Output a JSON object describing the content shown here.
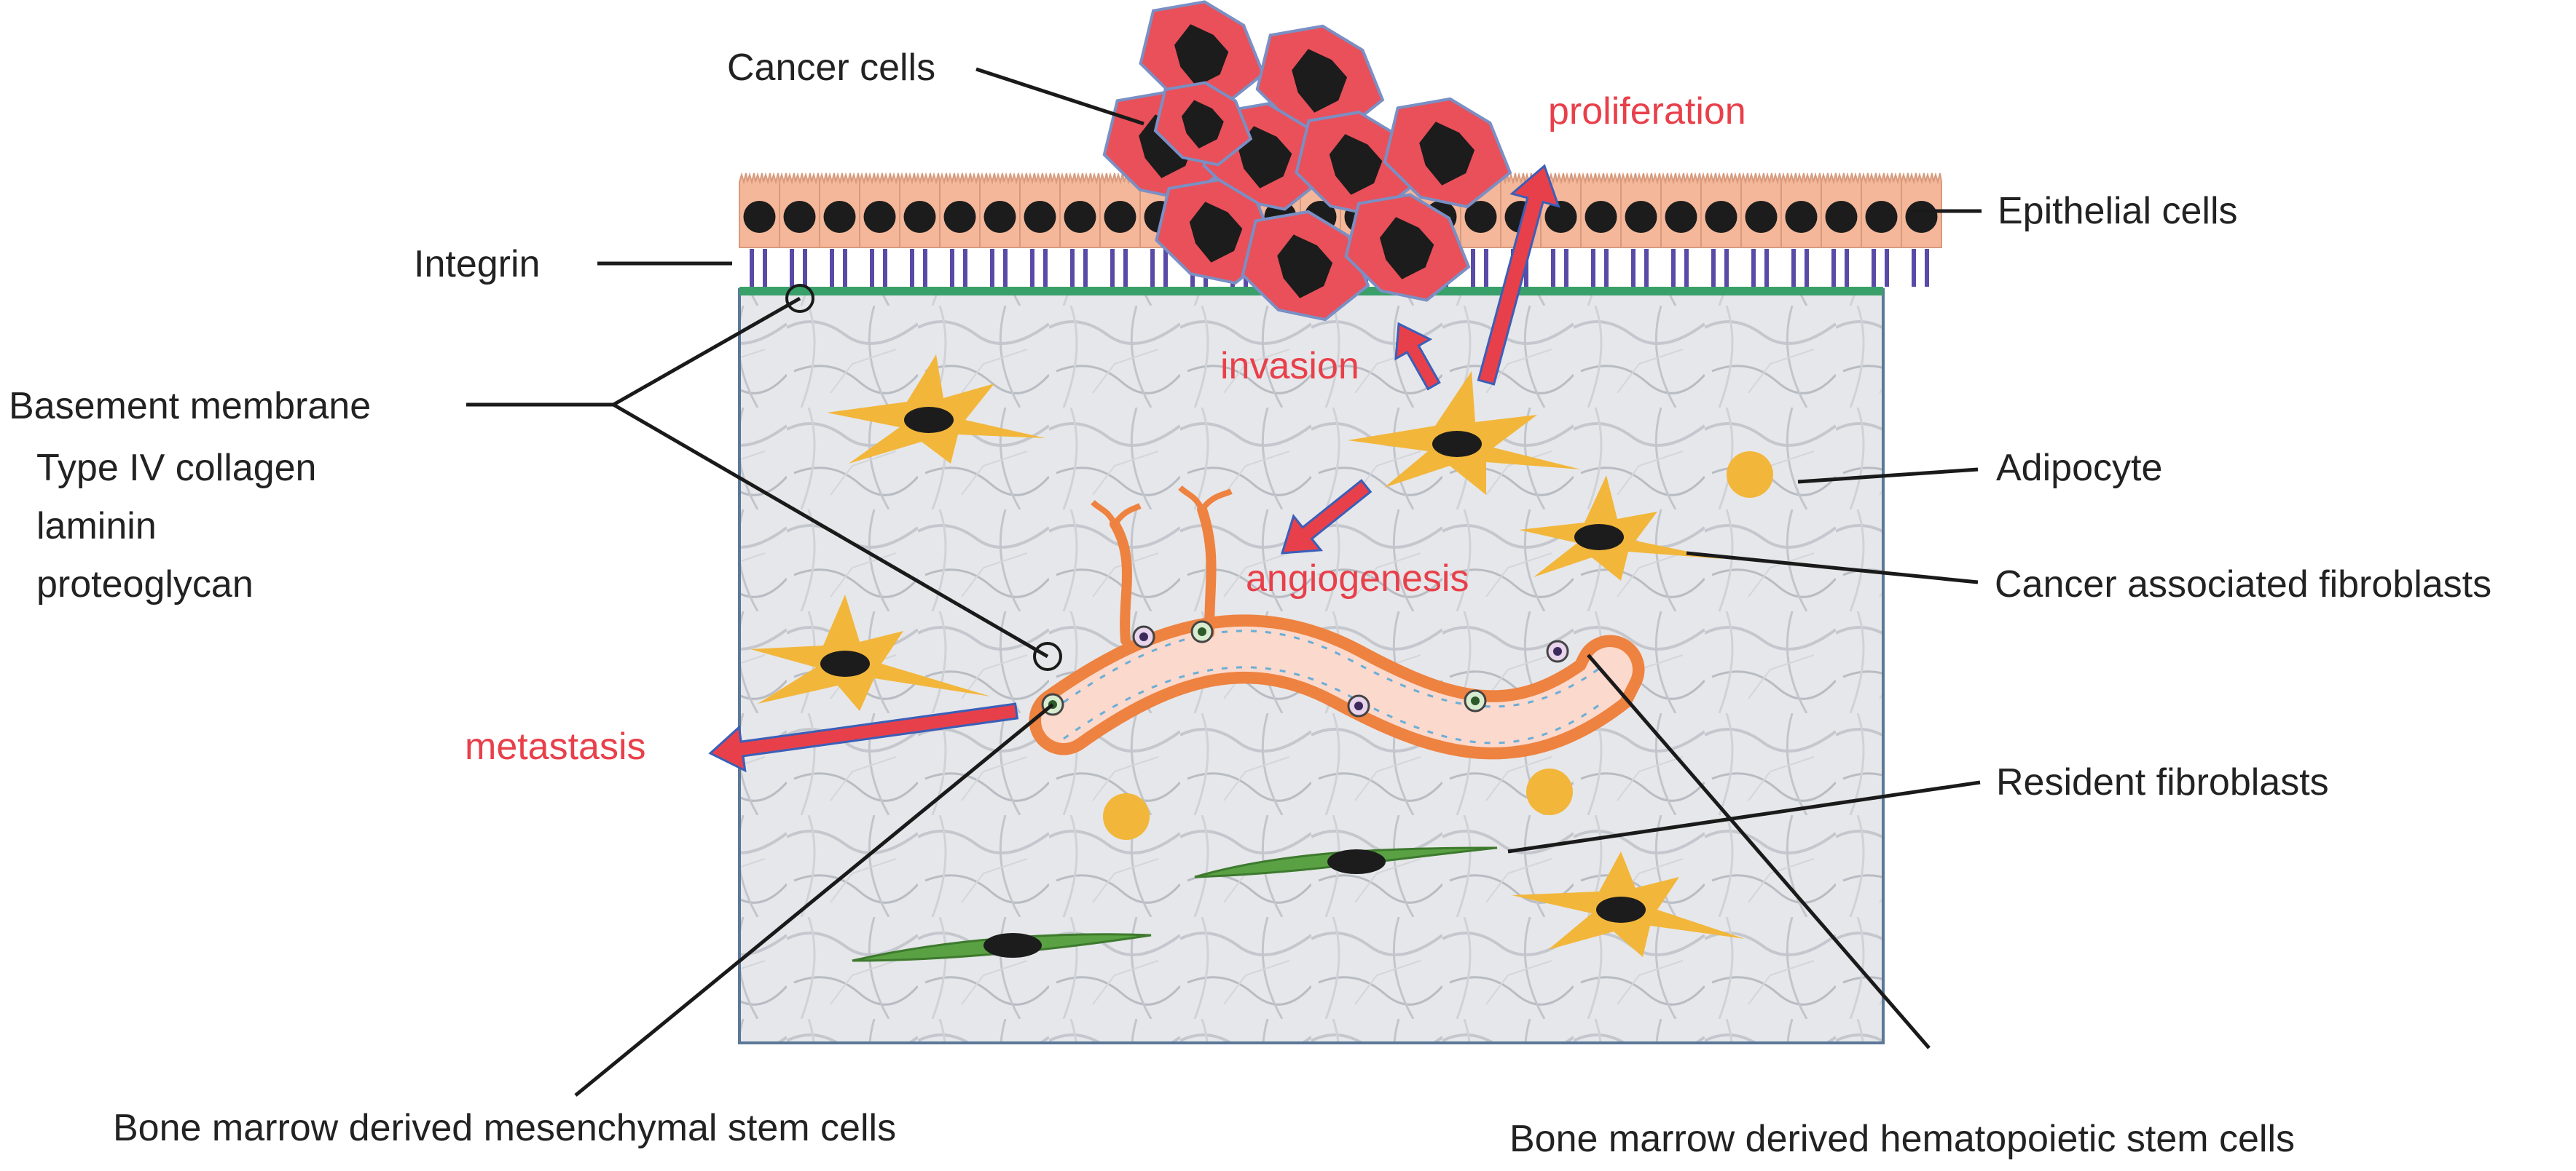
{
  "colors": {
    "process_red": "#e8404a",
    "arrow_outline": "#3a5fb8",
    "fibroblast_yellow": "#f2b63a",
    "fibroblast_green": "#5aa144",
    "epithelial_peach": "#f4b79a",
    "cancer_red": "#e9505a",
    "nucleus": "#1c1c1c",
    "basement_green": "#3aa06a",
    "integrin_purple": "#5a4aa8",
    "vessel_orange": "#ee8240",
    "vessel_lumen": "#fbd9cc",
    "matrix_gray": "#e6e7ea"
  },
  "labels": {
    "cancer_cells": "Cancer cells",
    "proliferation": "proliferation",
    "epithelial_cells": "Epithelial cells",
    "integrin": "Integrin",
    "basement_membrane": "Basement membrane",
    "type_iv_collagen": "Type IV collagen",
    "laminin": "laminin",
    "proteoglycan": "proteoglycan",
    "invasion": "invasion",
    "adipocyte": "Adipocyte",
    "angiogenesis": "angiogenesis",
    "cancer_associated_fibroblasts": "Cancer associated fibroblasts",
    "metastasis": "metastasis",
    "resident_fibroblasts": "Resident fibroblasts",
    "bm_mesenchymal": "Bone marrow derived mesenchymal stem cells",
    "bm_hematopoietic": "Bone marrow derived hematopoietic stem cells"
  },
  "icons": [
    "epithelial-cell-icon",
    "cancer-cell-icon",
    "integrin-icon",
    "fibroblast-icon",
    "adipocyte-icon",
    "blood-vessel-icon",
    "stem-cell-icon"
  ]
}
